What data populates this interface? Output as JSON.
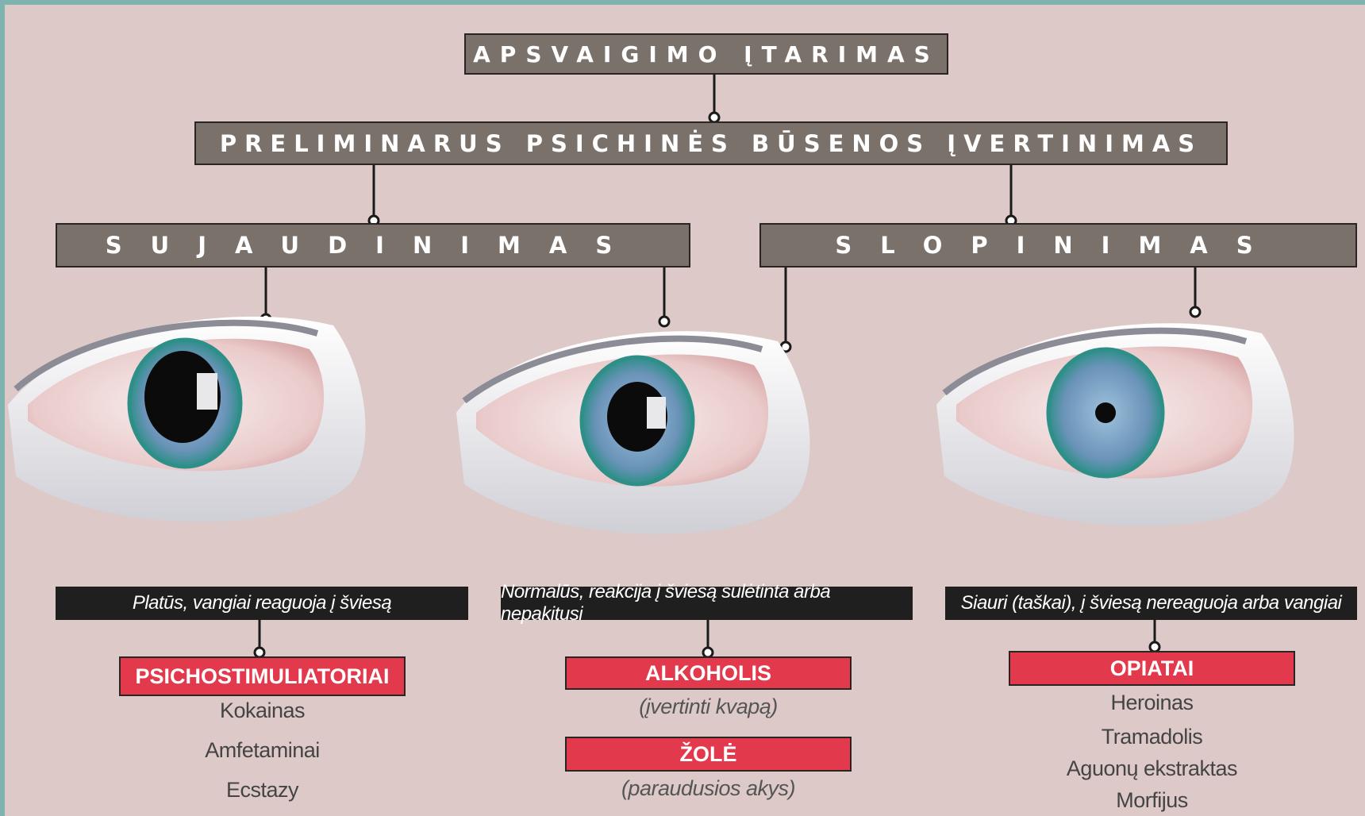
{
  "title": "APSVAIGIMO ĮTARIMAS",
  "assessment": "PRELIMINARUS PSICHINĖS BŪSENOS ĮVERTINIMAS",
  "branches": {
    "left": "SUJAUDINIMAS",
    "right": "SLOPINIMAS"
  },
  "columns": [
    {
      "pupil": "Platūs, vangiai reaguoja į šviesą",
      "category": "PSICHOSTIMULIATORIAI",
      "items": [
        "Kokainas",
        "Amfetaminai",
        "Ecstazy"
      ]
    },
    {
      "pupil": "Normalūs, reakcija į šviesą sulėtinta arba nepakitusi",
      "category": "ALKOHOLIS",
      "note": "(įvertinti kvapą)",
      "category2": "ŽOLĖ",
      "note2": "(paraudusios akys)"
    },
    {
      "pupil": "Siauri (taškai), į šviesą nereaguoja arba vangiai",
      "category": "OPIATAI",
      "items": [
        "Heroinas",
        "Tramadolis",
        "Aguonų ekstraktas",
        "Morfijus"
      ]
    }
  ],
  "colors": {
    "box_grey": "#7a716b",
    "box_black": "#1f1f1f",
    "box_red": "#e23a4c",
    "background": "#ddcac8"
  }
}
